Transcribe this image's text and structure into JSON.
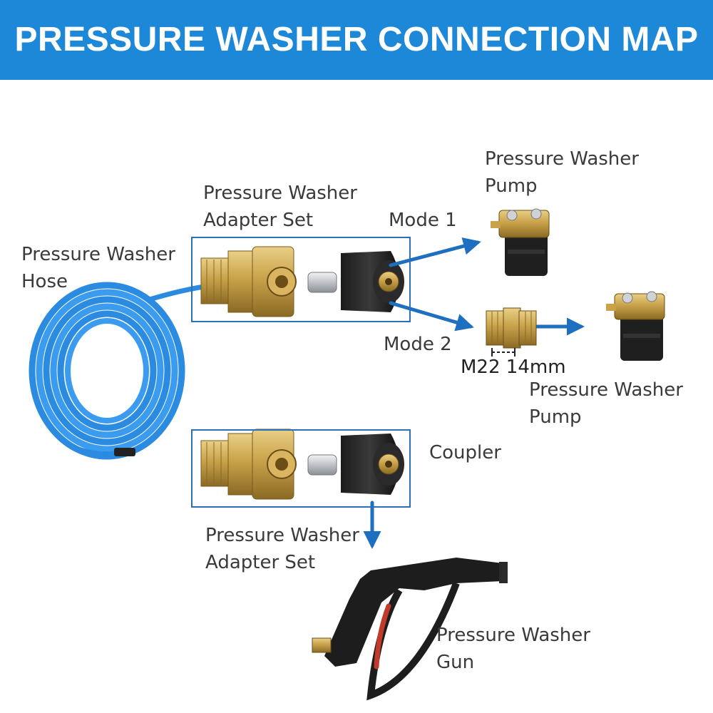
{
  "title": "PRESSURE WASHER CONNECTION MAP",
  "labels": {
    "hose": [
      "Pressure Washer",
      "Hose"
    ],
    "adapter_set_top": [
      "Pressure Washer",
      "Adapter Set"
    ],
    "mode_1": "Mode 1",
    "mode_2": "Mode 2",
    "pump_top": [
      "Pressure Washer",
      "Pump"
    ],
    "thread_size": "M22 14mm",
    "pump_bottom": [
      "Pressure Washer",
      "Pump"
    ],
    "coupler": "Coupler",
    "adapter_set_bottom": [
      "Pressure Washer",
      "Adapter Set"
    ],
    "gun": [
      "Pressure Washer",
      "Gun"
    ]
  },
  "colors": {
    "banner": "#1e88d8",
    "arrow": "#1e6fc0",
    "hose": "#2b8be0",
    "brass": "#c9a24a",
    "frame": "#2a6fb8"
  },
  "icons": [
    "hose-coil-image",
    "quick-connect-coupler-image",
    "m22-swivel-plug-image",
    "pump-image",
    "m22-brass-fitting-image",
    "spray-gun-image"
  ]
}
